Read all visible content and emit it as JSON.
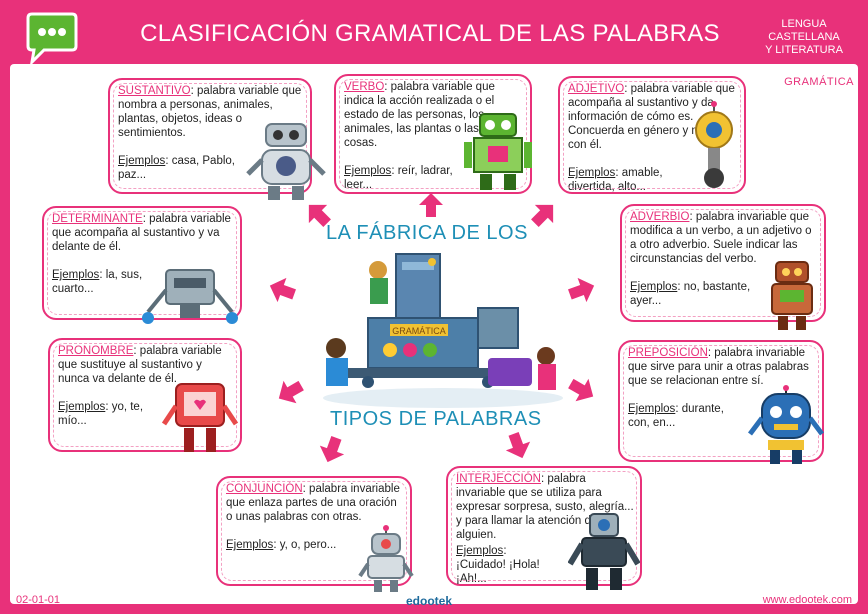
{
  "header": {
    "title": "CLASIFICACIÓN GRAMATICAL DE LAS PALABRAS",
    "subject_line1": "LENGUA",
    "subject_line2": "CASTELLANA",
    "subject_line3": "Y LITERATURA",
    "topic": "GRAMÁTICA"
  },
  "center": {
    "line1": "LA FÁBRICA DE LOS",
    "line2": "TIPOS DE PALABRAS",
    "machine_label": "GRAMÁTICA"
  },
  "cards": {
    "sustantivo": {
      "term": "SUSTANTIVO",
      "definition": ": palabra variable que nombra a personas, animales, plantas, objetos, ideas o sentimientos.",
      "ex_label": "Ejemplos",
      "examples": ": casa, Pablo, paz..."
    },
    "verbo": {
      "term": "VERBO",
      "definition": ": palabra variable que indica la acción realizada o el estado de las personas, los animales, las plantas o las cosas.",
      "ex_label": "Ejemplos",
      "examples": ": reír, ladrar, leer..."
    },
    "adjetivo": {
      "term": "ADJETIVO",
      "definition": ": palabra variable que acompaña al sustantivo y da información de cómo es. Concuerda en género y número con él.",
      "ex_label": "Ejemplos",
      "examples": ": amable, divertida, alto..."
    },
    "determinante": {
      "term": "DETERMINANTE",
      "definition": ": palabra variable que acompaña al sustantivo y va delante de él.",
      "ex_label": "Ejemplos",
      "examples": ": la, sus, cuarto..."
    },
    "adverbio": {
      "term": "ADVERBIO",
      "definition": ": palabra invariable que modifica a un verbo, a un adjetivo o a otro adverbio. Suele indicar las circunstancias del verbo.",
      "ex_label": "Ejemplos",
      "examples": ": no, bastante, ayer..."
    },
    "pronombre": {
      "term": "PRONOMBRE",
      "definition": ": palabra variable que sustituye al sustantivo y nunca va delante de él.",
      "ex_label": "Ejemplos",
      "examples": ": yo, te, mío..."
    },
    "preposicion": {
      "term": "PREPOSICIÓN",
      "definition": ": palabra invariable que sirve para unir a otras palabras que se relacionan entre sí.",
      "ex_label": "Ejemplos",
      "examples": ": durante, con, en..."
    },
    "conjuncion": {
      "term": "CONJUNCIÓN",
      "definition": ": palabra invariable que enlaza partes de una oración o unas palabras con otras.",
      "ex_label": "Ejemplos",
      "examples": ": y, o, pero..."
    },
    "interjeccion": {
      "term": "INTERJECCIÓN",
      "definition": ": palabra invariable que se utiliza para expresar sorpresa, susto, alegría... y para llamar la atención de alguien.",
      "ex_label": "Ejemplos",
      "examples": ": ¡Cuidado! ¡Hola! ¡Ah!..."
    }
  },
  "footer": {
    "code": "02-01-01",
    "brand": "edootek",
    "web": "www.edootek.com"
  },
  "colors": {
    "accent": "#e8317a",
    "title_blue": "#1e8fb6",
    "logo_green": "#5cb531"
  }
}
